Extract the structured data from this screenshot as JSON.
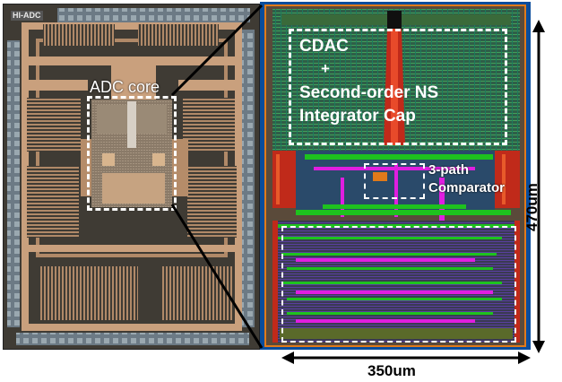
{
  "die_photo": {
    "chip_mark": "HI-ADC",
    "core_label": "ADC core"
  },
  "layout": {
    "cdac_label_lines": [
      "CDAC",
      "+",
      "Second-order NS",
      "Integrator Cap"
    ],
    "comparator_label_lines": [
      "3-path",
      "Comparator"
    ]
  },
  "dimensions": {
    "height": "470um",
    "width": "350um"
  },
  "colors": {
    "die_background": "#3f3b34",
    "die_copper": "#c9a07d",
    "layout_background": "#3a5e58",
    "layout_frame": "#0a4d9c",
    "metal_green": "#1ec21e",
    "metal_magenta": "#e01ee0",
    "metal_red": "#c02a1a",
    "dashed_box": "#ffffff"
  }
}
